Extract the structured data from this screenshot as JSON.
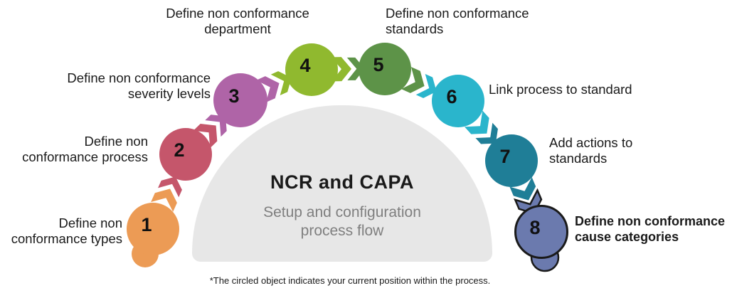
{
  "title": {
    "heading": "NCR and CAPA",
    "subheading": "Setup and configuration\nprocess flow"
  },
  "footnote": "*The circled object indicates your current position within the process.",
  "palette": {
    "dome_background": "#E7E7E7",
    "subtitle_text": "#7F7F7F",
    "label_text": "#1A1A1A",
    "current_step_outline": "#1A1A1A"
  },
  "steps": [
    {
      "number": "1",
      "label": "Define non\nconformance types",
      "color": "#EC9B55",
      "current": false
    },
    {
      "number": "2",
      "label": "Define non\nconformance process",
      "color": "#C5566B",
      "current": false
    },
    {
      "number": "3",
      "label": "Define non conformance\nseverity levels",
      "color": "#AF64A7",
      "current": false
    },
    {
      "number": "4",
      "label": "Define non conformance\ndepartment",
      "color": "#90B92F",
      "current": false
    },
    {
      "number": "5",
      "label": "Define non conformance\nstandards",
      "color": "#5D9348",
      "current": false
    },
    {
      "number": "6",
      "label": "Link process to standard",
      "color": "#2AB5CC",
      "current": false
    },
    {
      "number": "7",
      "label": "Add actions to\nstandards",
      "color": "#1F7E97",
      "current": false
    },
    {
      "number": "8",
      "label": "Define non conformance\ncause categories",
      "color": "#6B7AAE",
      "current": true
    }
  ]
}
